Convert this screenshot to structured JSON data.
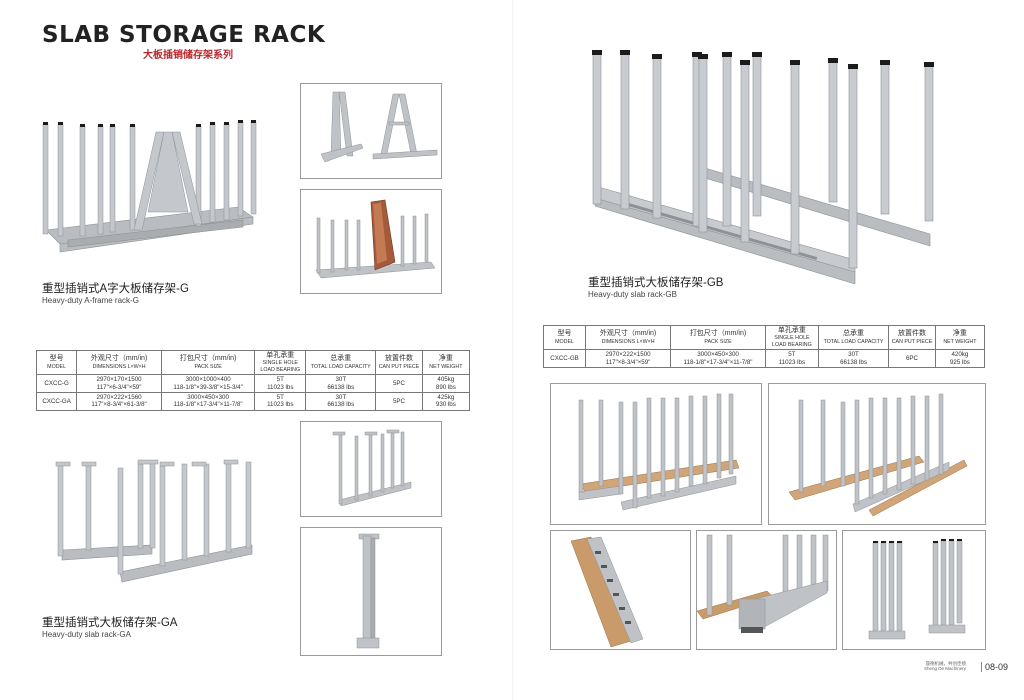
{
  "header": {
    "title": "SLAB STORAGE RACK",
    "subtitle": "大板插销储存架系列"
  },
  "products": {
    "g": {
      "title_zh": "重型插销式A字大板储存架-G",
      "title_en": "Heavy-duty A-frame rack-G"
    },
    "gb": {
      "title_zh": "重型插销式大板储存架-GB",
      "title_en": "Heavy-duty slab rack-GB"
    },
    "ga": {
      "title_zh": "重型插销式大板储存架-GA",
      "title_en": "Heavy-duty slab rack-GA"
    }
  },
  "table_left": {
    "headers": [
      {
        "zh": "型号",
        "en": "MODEL"
      },
      {
        "zh": "外观尺寸（mm/in)",
        "en": "DIMENSIONS L×W×H"
      },
      {
        "zh": "打包尺寸（mm/in)",
        "en": "PACK SIZE"
      },
      {
        "zh": "单孔承重",
        "en": "SINGLE HOLE LOAD BEARING"
      },
      {
        "zh": "总承重",
        "en": "TOTAL LOAD CAPACITY"
      },
      {
        "zh": "放置件数",
        "en": "CAN PUT PIECE"
      },
      {
        "zh": "净重",
        "en": "NET WEIGHT"
      }
    ],
    "rows": [
      {
        "model": "CXCC-G",
        "dim1": "2970×170×1500",
        "dim2": "117\"×6-3/4\"×59\"",
        "pack1": "3000×1000×400",
        "pack2": "118-1/8\"×39-3/8\"×15-3/4\"",
        "single1": "5T",
        "single2": "11023 lbs",
        "total1": "30T",
        "total2": "66138 lbs",
        "pieces": "5PC",
        "weight1": "405kg",
        "weight2": "890 lbs"
      },
      {
        "model": "CXCC-GA",
        "dim1": "2970×222×1560",
        "dim2": "117\"×8-3/4\"×61-3/8\"",
        "pack1": "3000×450×300",
        "pack2": "118-1/8\"×17-3/4\"×11-7/8\"",
        "single1": "5T",
        "single2": "11023 lbs",
        "total1": "30T",
        "total2": "66138 lbs",
        "pieces": "5PC",
        "weight1": "425kg",
        "weight2": "930 lbs"
      }
    ]
  },
  "table_right": {
    "headers": [
      {
        "zh": "型号",
        "en": "MODEL"
      },
      {
        "zh": "外观尺寸（mm/in)",
        "en": "DIMENSIONS L×W×H"
      },
      {
        "zh": "打包尺寸（mm/in)",
        "en": "PACK SIZE"
      },
      {
        "zh": "单孔承重",
        "en": "SINGLE HOLE LOAD BEARING"
      },
      {
        "zh": "总承重",
        "en": "TOTAL LOAD CAPACITY"
      },
      {
        "zh": "放置件数",
        "en": "CAN PUT PIECE"
      },
      {
        "zh": "净重",
        "en": "NET WEIGHT"
      }
    ],
    "rows": [
      {
        "model": "CXCC-GB",
        "dim1": "2970×222×1500",
        "dim2": "117\"×8-3/4\"×59\"",
        "pack1": "3000×450×300",
        "pack2": "118-1/8\"×17-3/4\"×11-7/8\"",
        "single1": "5T",
        "single2": "11023 lbs",
        "total1": "30T",
        "total2": "66138 lbs",
        "pieces": "6PC",
        "weight1": "420kg",
        "weight2": "925 lbs"
      }
    ]
  },
  "footer": {
    "page": "08-09",
    "small_zh": "晟德机械，共创佳绩",
    "small_en": "Sheng De Machinery"
  },
  "colors": {
    "steel": "#b9bcc0",
    "steel_dark": "#8e9297",
    "cap": "#1b1b1b",
    "wood": "#c99a6a",
    "accent_red": "#b8262b"
  }
}
